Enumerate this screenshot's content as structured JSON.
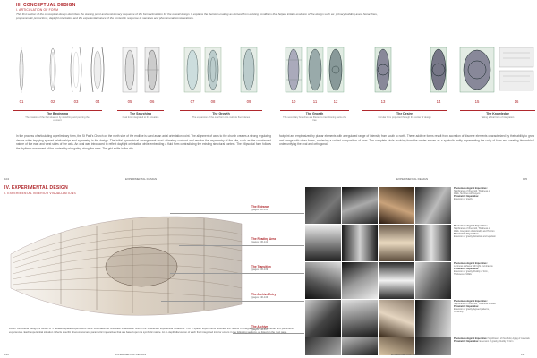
{
  "top": {
    "section_title": "III. CONCEPTUAL DESIGN",
    "subsection": "I. ARTICULATION OF FORM",
    "intro": "This first section of the conceptual design describes the starting point and evolutionary sequence of the form articulation for the overall design. It explains the decision-making as derived from existing conditions that helped initiate evolution of the design such as: primary building axes, hierarchies, programmatic proportions, daylight orientation and the experiential nature of the context in response to narrative and phenomenal considerations.",
    "numbers": [
      "01",
      "02",
      "03",
      "04",
      "05",
      "06",
      "07",
      "08",
      "09",
      "10",
      "11",
      "12",
      "13",
      "14",
      "15",
      "16"
    ],
    "phases": [
      {
        "title": "The Beginning",
        "desc": "The creation of the first situation by stretching and pushing the element"
      },
      {
        "title": "The Searching",
        "desc": "Oval form integrated to the creation"
      },
      {
        "title": "The Growth",
        "desc": "The expansion of the oval form into multiple floor planes"
      },
      {
        "title": "The Growth",
        "desc": "The secondary branches are filtered to transitioning parts of a tree"
      },
      {
        "title": "The Desire",
        "desc": "Circular form projected through the center of design"
      },
      {
        "title": "The Knowledge",
        "desc": "Taking a final form of integration"
      }
    ],
    "body_left": "In the process of articulating a preliminary form, the St Paul's Church on the north side of the endline is used as an axial orientation point. The alignment of axes to the church creates a strong regulating device while implying spaced relationships and symmetry in the design. The initial symmetrical arrangement must ultimately confront and resolve the asymmetry of the site, such as the unbalanced nature of the east and west sides of the axis. An oval was introduced to reflect daylight orientation while embedding a fluid form contradicting the existing structural context. The ellipsoidal form follows the rhythmic movement of the context by elongating along the axes. The grid shifts in the city",
    "body_right": "footprint are emphasized by planar elements with a regulated range of intensity from south to north. These additive forms result from accretion of discrete elements characterized by their ability to grow and merge with other forms, achieving a unified composition of form. The complete circle evolving from the center serves as a symbolic entity representing the unity of form and creating hierarchical order unifying the oval and orthogonal.",
    "page_left": "104",
    "footer_left": "EXPERIMENTAL DESIGN",
    "footer_right": "EXPERIMENTAL DESIGN",
    "page_right": "105"
  },
  "bottom": {
    "section_title": "IV. EXPERIMENTAL DESIGN",
    "subsection": "I. EXPERIMENTAL INTERIOR VISUALIZATIONS",
    "spaces": [
      {
        "name": "The Entrance",
        "pages": "(pages 128-135)"
      },
      {
        "name": "The Reading Area",
        "pages": "(pages 136-141)"
      },
      {
        "name": "The Transition",
        "pages": "(pages 136-139)"
      },
      {
        "name": "The Archive Entry",
        "pages": "(pages 140-143)"
      },
      {
        "name": "The Archive",
        "pages": "(pages 144-147)"
      }
    ],
    "notes": [
      {
        "h1": "Phenomenological Imperative:",
        "l1": "Significance of threshold, Thickness of Walls, Surfaces with Layers",
        "h2": "Parametric Imperative:",
        "l2": "Extension of gravity"
      },
      {
        "h1": "Phenomenological Imperative:",
        "l1": "Significance of threshold, Thickness of Walls, Integration of Verticality and Horizon",
        "h2": "Parametric Imperative:",
        "l2": "Extension of gravity, Attraction and repulsion"
      },
      {
        "h1": "Phenomenological Imperative:",
        "l1": "Luminous surfaces with light and shadow",
        "h2": "Parametric Imperative:",
        "l2": "Extension of gravity, Fluidity of form, Thickness of Walls"
      },
      {
        "h1": "Phenomenological Imperative:",
        "l1": "Significance of threshold, Thickness of walls",
        "h2": "Parametric Imperative:",
        "l2": "Extension of gravity, Agreed patterns, Continuity"
      },
      {
        "h1": "Phenomenological Imperative:",
        "l1": "Significance of threshold, Aging of materials",
        "h2": "Parametric Imperative:",
        "l2": "Extension of gravity, Fluidity of form"
      }
    ],
    "body": "Within the overall design, a series of 5 detailed spatial experiments were undertaken to articulate inhabitation within the 5 selected experiential situations. The 5 spatial experiments illustrate the results of integrating both phenomenal and parametric experiences. Each experiential situation reflects specific phenomenal and parametric imperatives that are based upon its symbolic nature. An in-depth discussion of each final integrated interior occurs in the following sections, as listed on the next page.",
    "page_left": "116",
    "footer_left": "EXPERIMENTAL DESIGN",
    "footer_right": "EXPERIMENTAL DESIGN",
    "page_right": "117"
  }
}
